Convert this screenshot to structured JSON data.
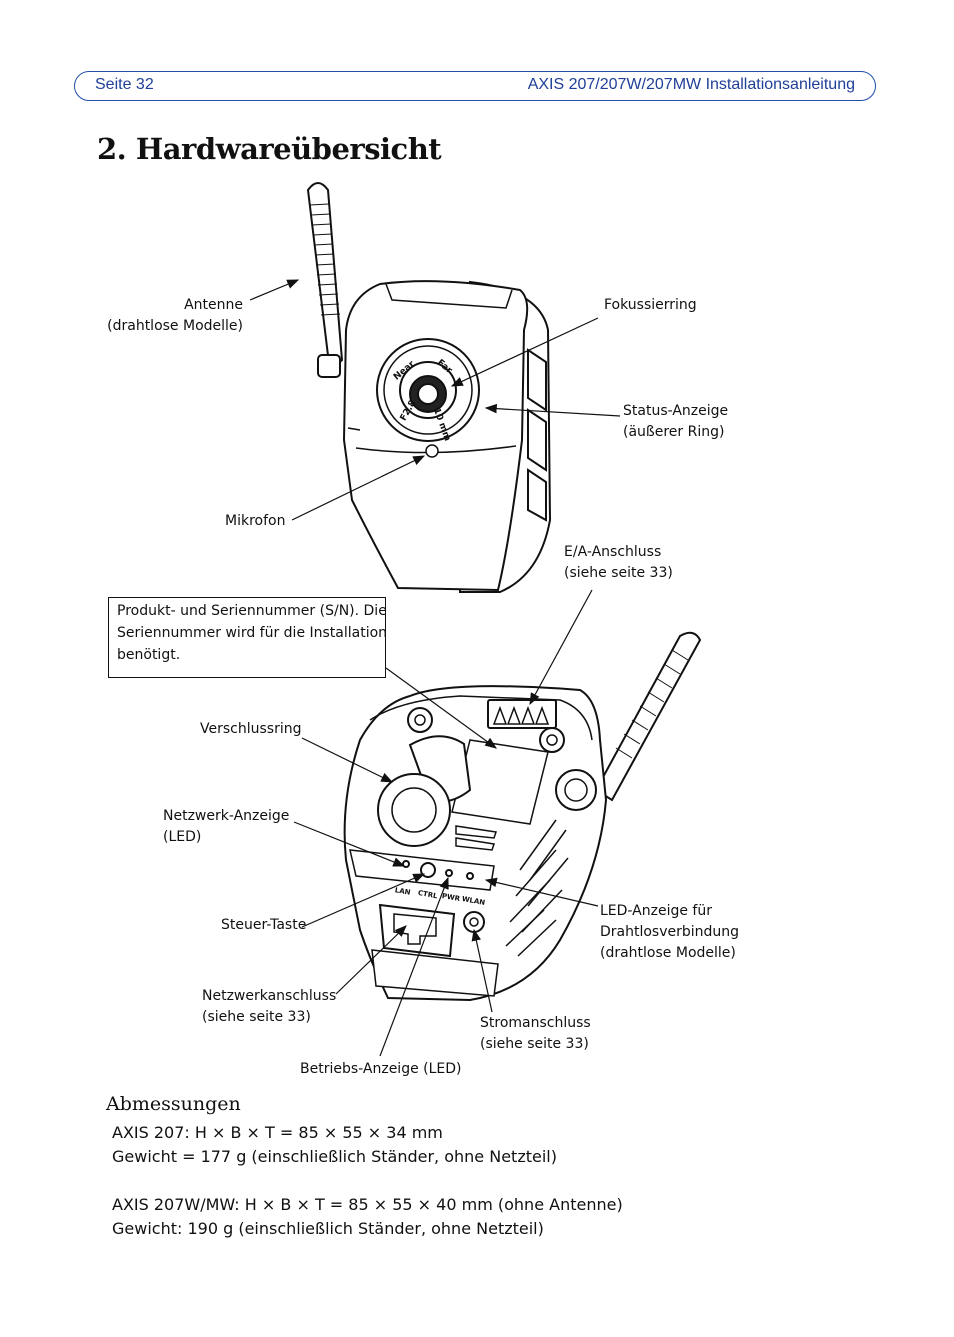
{
  "header": {
    "page_label": "Seite 32",
    "doc_title": "AXIS 207/207W/207MW Installationsanleitung"
  },
  "section_title": "2. Hardwareübersicht",
  "labels": {
    "antenne": "Antenne\n(drahtlose Modelle)",
    "fokussierring": "Fokussierring",
    "status": "Status-Anzeige\n(äußerer Ring)",
    "mikrofon": "Mikrofon",
    "ea": "E/A-Anschluss\n(siehe seite 33)",
    "sn": "Produkt- und Seriennummer (S/N). Die\nSeriennummer wird für die Installation\nbenötigt.",
    "verschlussring": "Verschlussring",
    "netzwerk_anzeige": "Netzwerk-Anzeige\n(LED)",
    "steuer_taste": "Steuer-Taste",
    "led_wlan": "LED-Anzeige für\nDrahtlosverbindung\n(drahtlose Modelle)",
    "netzwerkanschluss": "Netzwerkanschluss\n(siehe seite 33)",
    "stromanschluss": "Stromanschluss\n(siehe seite 33)",
    "betriebs": "Betriebs-Anzeige (LED)"
  },
  "lens_marks": [
    "Near",
    "Far",
    "F2.8",
    "10 mm"
  ],
  "port_marks": [
    "LAN",
    "CTRL",
    "PWR",
    "WLAN"
  ],
  "dimensions": {
    "heading": "Abmessungen",
    "line1": "AXIS 207: H × B × T = 85 × 55 × 34 mm",
    "line2": "Gewicht = 177 g (einschließlich Ständer, ohne Netzteil)",
    "line3": "AXIS 207W/MW: H × B × T = 85 × 55 × 40 mm (ohne Antenne)",
    "line4": "Gewicht: 190 g (einschließlich Ständer, ohne Netzteil)"
  }
}
